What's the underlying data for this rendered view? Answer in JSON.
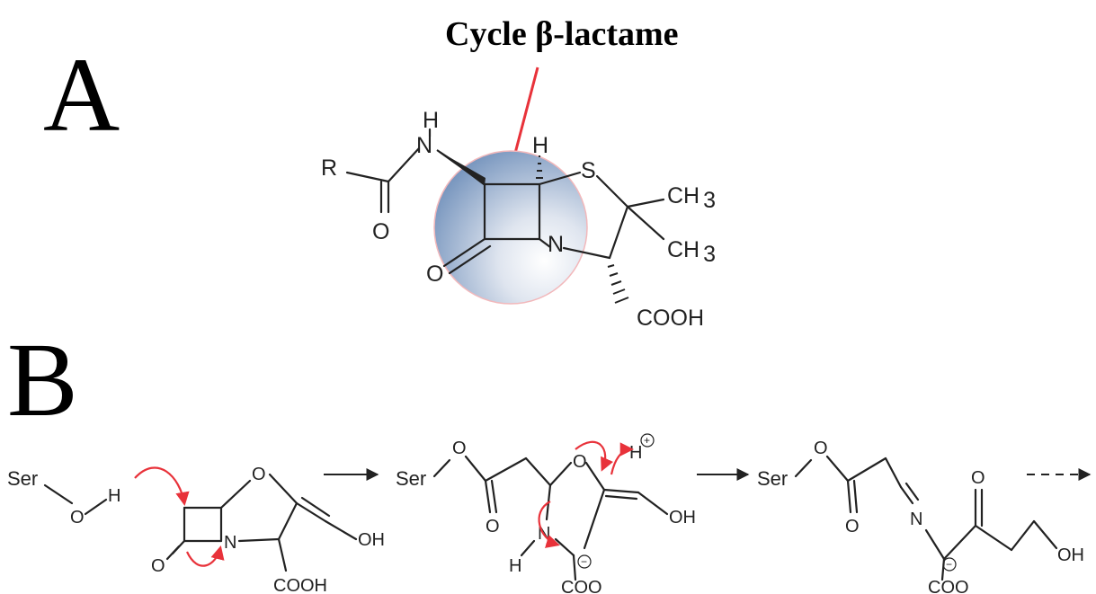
{
  "title": "Cycle β-lactame",
  "panels": {
    "a": "A",
    "b": "B"
  },
  "colors": {
    "red_arrow": "#e8323a",
    "ring_highlight": "#6f8fba",
    "bond": "#222222"
  },
  "structure_a": {
    "atoms": {
      "R": "R",
      "amide_H": "H",
      "amide_N": "N",
      "carbonyl_O": "O",
      "ring_H": "H",
      "S": "S",
      "CH3_top": "CH",
      "CH3_top_sub": "3",
      "CH3_bottom": "CH",
      "CH3_bottom_sub": "3",
      "lactam_O": "O",
      "ring_N": "N",
      "COOH": "COOH"
    }
  },
  "mechanism_b": {
    "step1": {
      "Ser": "Ser",
      "O": "O",
      "H": "H",
      "ring_O": "O",
      "carbonyl_O": "O",
      "N": "N",
      "OH": "OH",
      "COOH": "COOH"
    },
    "step2": {
      "Ser": "Ser",
      "ester_O": "O",
      "carbonyl_O": "O",
      "ring_O": "O",
      "H_plus": "H",
      "plus": "+",
      "N": "N",
      "NH_H": "H",
      "OH": "OH",
      "COO": "COO",
      "minus": "−"
    },
    "step3": {
      "Ser": "Ser",
      "ester_O": "O",
      "carbonyl_O": "O",
      "N": "N",
      "keto_O": "O",
      "OH": "OH",
      "COO": "COO",
      "minus": "−"
    }
  }
}
